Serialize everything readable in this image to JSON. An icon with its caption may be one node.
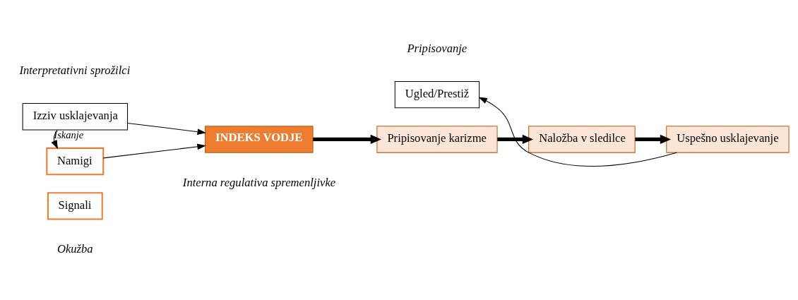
{
  "diagram": {
    "nodes": [
      {
        "text": [
          "Izziv usklajevanja"
        ]
      },
      {
        "text": [
          "INDEKS VODJE"
        ]
      },
      {
        "text": [
          "Namigi"
        ]
      },
      {
        "text": [
          "Signali"
        ]
      },
      {
        "text": [
          "Pripisovanje karizme"
        ]
      },
      {
        "text": [
          "Naložba v sledilce"
        ]
      },
      {
        "text": [
          "Uspešno usklajevanje"
        ]
      },
      {
        "text": [
          "Ugled/Prestiž"
        ]
      }
    ],
    "edges": [
      {
        "from": 0,
        "to": 1,
        "arrow": "to"
      },
      {
        "from": 0,
        "to": 2,
        "arrow": "to",
        "label": "Iskanje"
      },
      {
        "from": 2,
        "to": 1,
        "arrow": "to"
      },
      {
        "from": 1,
        "to": 4,
        "arrow": "to",
        "style": "thick"
      },
      {
        "from": 4,
        "to": 5,
        "arrow": "to",
        "style": "thick"
      },
      {
        "from": 5,
        "to": 6,
        "arrow": "to",
        "style": "thick"
      },
      {
        "from": 6,
        "to": 7,
        "arrow": "to"
      }
    ],
    "labels": [
      "Interpretativni sprožilci",
      "Pripisovanje",
      "Interna regulativa spremenljivke",
      "Okužba"
    ]
  }
}
